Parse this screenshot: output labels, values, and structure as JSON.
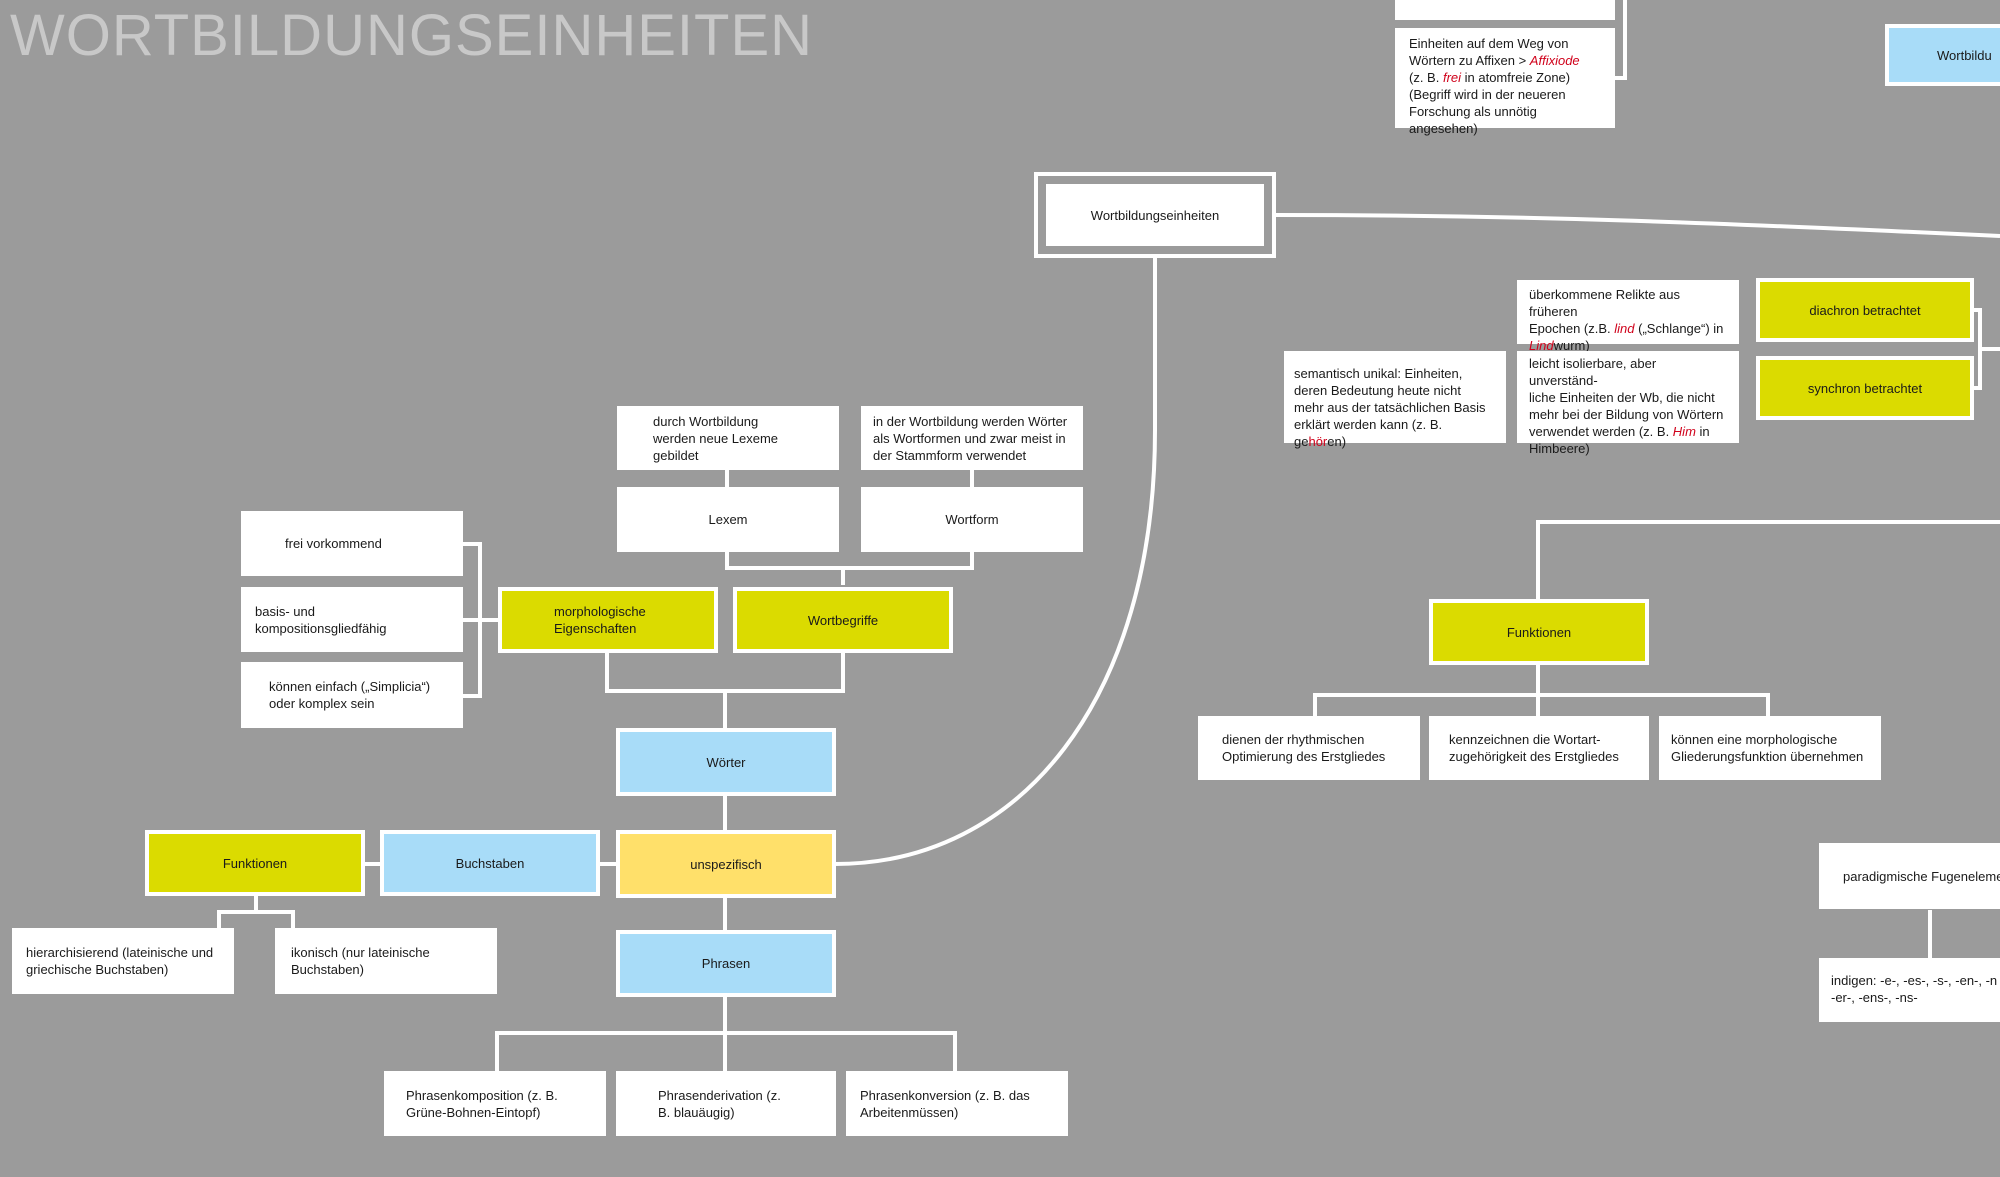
{
  "title": "WORTBILDUNGSEINHEITEN",
  "colors": {
    "background": "#9b9b9b",
    "yellow": "#dbdb00",
    "blue": "#a8dcf8",
    "orange": "#ffe06a",
    "highlight": "#d0021b"
  },
  "nodes": {
    "root": "Wortbildungseinheiten",
    "affixoide": {
      "line1": "Einheiten auf dem Weg von",
      "line2a": "Wörtern zu Affixen > ",
      "line2b": "Affixiode",
      "line3a": "(z. B. ",
      "line3b": "frei",
      "line3c": " in atomfreie Zone)",
      "line4": "(Begriff wird in der neueren",
      "line5": "Forschung als unnötig angesehen)"
    },
    "wortbildung_top_right": "Wortbildu",
    "diachron": "diachron betrachtet",
    "synchron": "synchron betrachtet",
    "relikte": {
      "line1": "überkommene Relikte aus früheren",
      "line2a": "Epochen (z.B. ",
      "line2b": "lind",
      "line2c": " („Schlange“) in",
      "line3a": "Lind",
      "line3b": "wurm)"
    },
    "isolierbar": {
      "line1": "leicht isolierbare, aber unverständ-",
      "line2": "liche Einheiten der Wb, die nicht",
      "line3": "mehr bei der Bildung von Wörtern",
      "line4a": "verwendet werden (z. B. ",
      "line4b": "Him",
      "line4c": " in",
      "line5": "Himbeere)"
    },
    "unikal": {
      "line1": "semantisch unikal: Einheiten,",
      "line2": "deren Bedeutung heute nicht",
      "line3": "mehr aus der tatsächlichen Basis",
      "line4a": "erklärt werden kann (z. B. ge",
      "line4b": "hör",
      "line4c": "en)"
    },
    "funktionen_right": "Funktionen",
    "rhythmisch": "dienen der rhythmischen Optimierung des Erstgliedes",
    "wortart": "kennzeichnen die Wortart-zugehörigkeit des Erstgliedes",
    "gliederung": "können eine morphologische Gliederungsfunktion übernehmen",
    "paradigmisch": "paradigmische Fugeneleme",
    "indigen": {
      "line1": "indigen: -e-, -es-, -s-, -en-, -n",
      "line2": "-er-, -ens-, -ns-"
    },
    "lexeme_desc": "durch Wortbildung werden neue Lexeme gebildet",
    "wortform_desc": "in der Wortbildung werden Wörter als Wortformen und zwar meist in der Stammform verwendet",
    "lexem": "Lexem",
    "wortform": "Wortform",
    "frei": "frei vorkommend",
    "basis": "basis- und kompositionsgliedfähig",
    "simplicia": "können einfach („Simplicia“) oder komplex sein",
    "morphologisch": "morphologische Eigenschaften",
    "wortbegriffe": "Wortbegriffe",
    "woerter": "Wörter",
    "funktionen_left": "Funktionen",
    "buchstaben": "Buchstaben",
    "unspezifisch": "unspezifisch",
    "hierarchisierend": "hierarchisierend (lateinische und griechische Buchstaben)",
    "ikonisch": "ikonisch (nur lateinische Buchstaben)",
    "phrasen": "Phrasen",
    "phrasenkomposition": "Phrasenkomposition (z. B. Grüne-Bohnen-Eintopf)",
    "phrasenderivation": "Phrasenderivation (z. B. blauäugig)",
    "phrasenkonversion": "Phrasenkonversion (z. B. das Arbeitenmüssen)"
  }
}
